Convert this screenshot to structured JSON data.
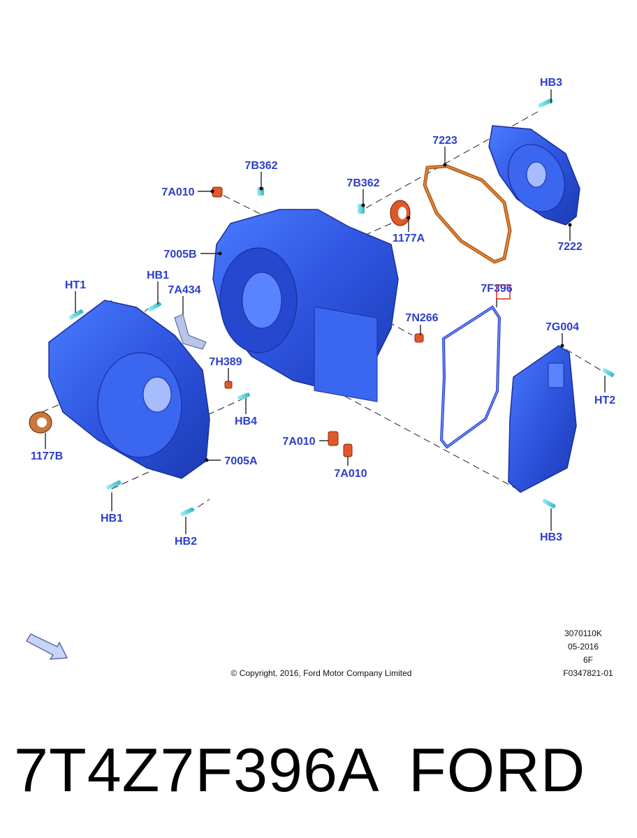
{
  "callouts": {
    "hb3_top": "HB3",
    "c7223": "7223",
    "c7b362_a": "7B362",
    "c7b362_b": "7B362",
    "c7a010_a": "7A010",
    "c1177a": "1177A",
    "c7222": "7222",
    "c7005b": "7005B",
    "ht1": "HT1",
    "hb1_a": "HB1",
    "c7a434": "7A434",
    "c7f396": "7F396",
    "c7n266": "7N266",
    "c7g004": "7G004",
    "c7h389": "7H389",
    "ht2": "HT2",
    "hb4": "HB4",
    "c1177b": "1177B",
    "c7005a": "7005A",
    "c7a010_b": "7A010",
    "c7a010_c": "7A010",
    "hb1_b": "HB1",
    "hb2": "HB2",
    "hb3_bottom": "HB3"
  },
  "metadata": {
    "code1": "3070110K",
    "date": "05-2016",
    "code2": "6F",
    "code3": "F0347821-01"
  },
  "copyright": "© Copyright, 2016, Ford Motor Company Limited",
  "footer": {
    "part_number": "7T4Z7F396A",
    "brand": "FORD"
  },
  "colors": {
    "part_blue": "#2f55e0",
    "callout_blue": "#2b3ec9",
    "seal_orange": "#e0582a",
    "gasket_brown": "#b05a1a",
    "bolt_cyan": "#40d0d0",
    "highlight_red": "#e02020"
  }
}
